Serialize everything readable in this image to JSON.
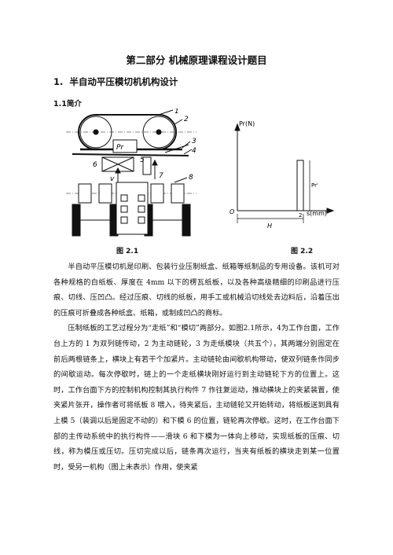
{
  "part_title": "第二部分  机械原理课程设计题目",
  "section": {
    "number": "1.",
    "title": "半自动平压模切机机构设计"
  },
  "subsection": "1.1简介",
  "figure_1": {
    "caption": "图 2.1",
    "callouts": [
      "1",
      "2",
      "3",
      "4",
      "5",
      "6",
      "7",
      "8"
    ],
    "labels": {
      "force": "Pr",
      "velocity": "v"
    }
  },
  "figure_2": {
    "caption": "图 2.2",
    "y_axis_label": "Pr(N)",
    "x_axis_label": "s(mm)",
    "origin_label": "O",
    "h_label": "H",
    "gap_label": "2",
    "force_label": "Pr'"
  },
  "paragraphs": [
    "半自动平压模切机是印刷、包装行业压制纸盒、纸箱等纸制品的专用设备。该机可对各种规格的白纸板、厚度在 4mm 以下的楞瓦纸板，以及各种高级精细的印刷品进行压痕、切线、压凹凸。经过压痕、切线的纸板，用手工或机械沿切线处去边料后，沿着压出的压痕可折叠成各种纸盒、纸箱，或制成凹凸的商标。",
    "压制纸板的工艺过程分为“走纸”和“模切”两部分。如图2.1所示，4为工作台面，工作台上方的 1 为双列链传动，2 为主动链轮，3 为走纸模块（共五个），其两端分别固定在前后两根链条上，横块上有若干个加紧片。主动链轮由间歇机构带动，使双列链条作同步的间歇运动。每次停歇时，链上的一个走纸横块刚好运行到主动链轮下方的位置上。这时，工作台面下方的控制机构控制其执行构件 7 作往复运动，推动横块上的夹紧装置，使夹紧片张开，操作者可将纸板 8 喂入，待夹紧后，主动链轮又开始转动，将纸板送到具有上模 5（装调以后是固定不动的）和下模 6 的位置，链轮再次停歇。这时，在工作台面下部的主传动系统中的执行构件——滑块 6 和下模为一体向上移动，实现纸板的压痕、切线，称为模压或压切。压切完成以后，链条再次运行，当夹有纸板的横块走到某一位置时，受另一机构（图上未表示）作用，使夹紧"
  ]
}
